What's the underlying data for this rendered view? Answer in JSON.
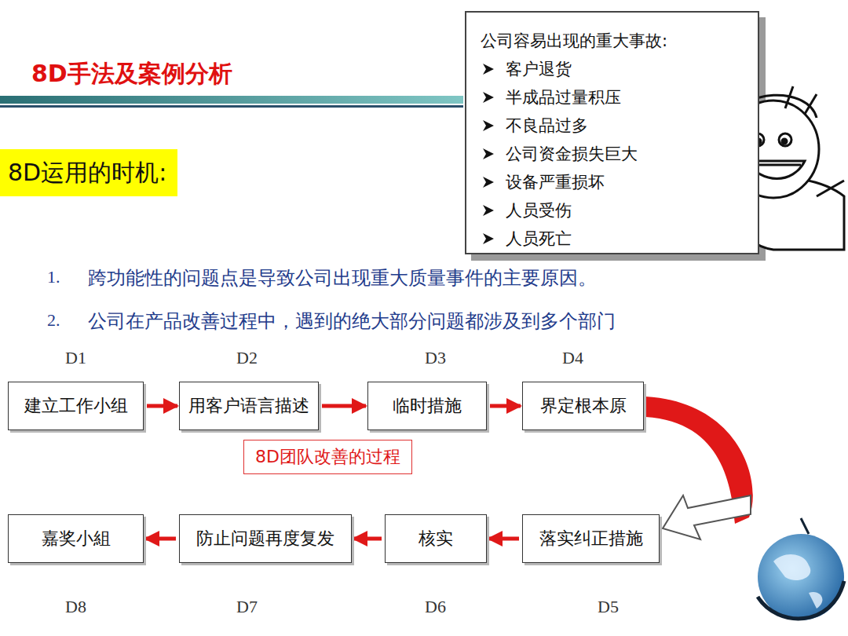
{
  "diagram": {
    "title": "8D手法及案例分析",
    "nodes": [
      {
        "text": [
          "8D运用的时机:"
        ]
      },
      {
        "text": [
          "公司容易出现的重大事故:",
          "客户退货",
          "半成品过量积压",
          "不良品过多",
          "公司资金损失巨大",
          "设备严重损坏",
          "人员受伤",
          "人员死亡"
        ]
      },
      {
        "text": [
          "D1",
          "建立工作小组"
        ]
      },
      {
        "text": [
          "D2",
          "用客户语言描述"
        ]
      },
      {
        "text": [
          "D3",
          "临时措施"
        ]
      },
      {
        "text": [
          "D4",
          "界定根本原"
        ]
      },
      {
        "text": [
          "D5",
          "落实纠正措施"
        ]
      },
      {
        "text": [
          "D6",
          "核实"
        ]
      },
      {
        "text": [
          "D7",
          "防止问题再度复发"
        ]
      },
      {
        "text": [
          "D8",
          "嘉奖小組"
        ]
      },
      {
        "text": [
          "8D团队改善的过程"
        ]
      }
    ],
    "edges": [
      {
        "from": 2,
        "to": 3,
        "arrow": "to"
      },
      {
        "from": 3,
        "to": 4,
        "arrow": "to"
      },
      {
        "from": 4,
        "to": 5,
        "arrow": "to"
      },
      {
        "from": 5,
        "to": 6,
        "arrow": "to"
      },
      {
        "from": 6,
        "to": 7,
        "arrow": "to"
      },
      {
        "from": 7,
        "to": 8,
        "arrow": "to"
      },
      {
        "from": 8,
        "to": 9,
        "arrow": "to"
      }
    ],
    "labels": [
      "1.",
      "跨功能性的问题点是导致公司出现重大质量事件的主要原因。",
      "2.",
      "公司在产品改善过程中，遇到的绝大部分问题都涉及到多个部门"
    ]
  }
}
